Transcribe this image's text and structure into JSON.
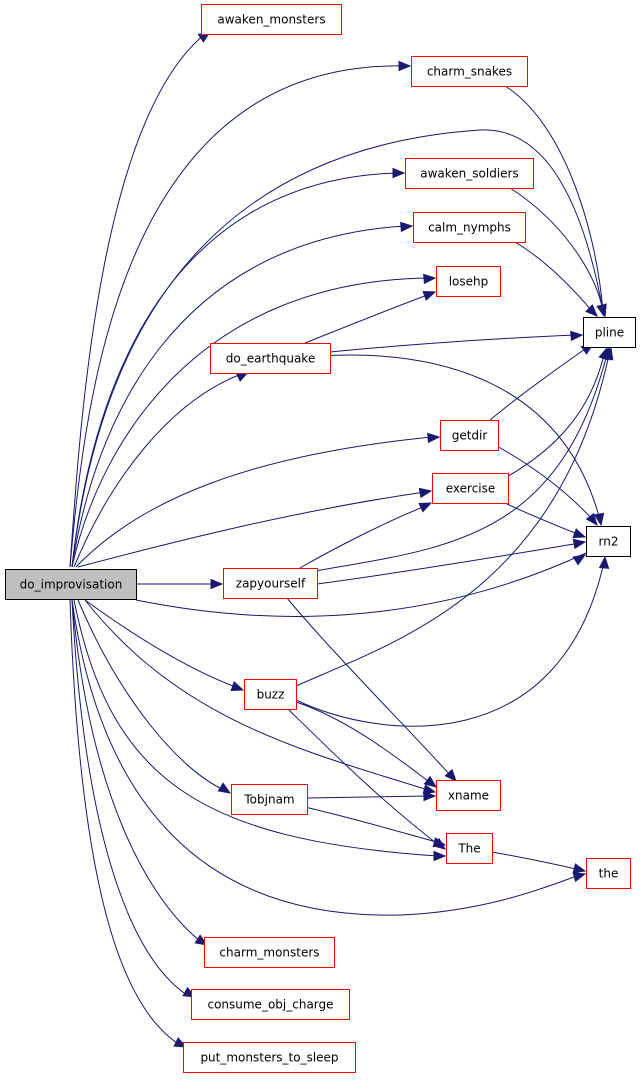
{
  "graph": {
    "colors": {
      "edge": "#191970",
      "node_border": "#ff0000",
      "root_border": "#000000",
      "root_fill": "#bfbfbf",
      "leaf_border": "#000000",
      "node_fill": "#ffffff"
    },
    "nodes": [
      {
        "id": "do_improvisation",
        "label": "do_improvisation",
        "kind": "root"
      },
      {
        "id": "awaken_monsters",
        "label": "awaken_monsters",
        "kind": "func"
      },
      {
        "id": "charm_snakes",
        "label": "charm_snakes",
        "kind": "func"
      },
      {
        "id": "awaken_soldiers",
        "label": "awaken_soldiers",
        "kind": "func"
      },
      {
        "id": "calm_nymphs",
        "label": "calm_nymphs",
        "kind": "func"
      },
      {
        "id": "losehp",
        "label": "losehp",
        "kind": "func"
      },
      {
        "id": "do_earthquake",
        "label": "do_earthquake",
        "kind": "func"
      },
      {
        "id": "pline",
        "label": "pline",
        "kind": "leaf"
      },
      {
        "id": "getdir",
        "label": "getdir",
        "kind": "func"
      },
      {
        "id": "exercise",
        "label": "exercise",
        "kind": "func"
      },
      {
        "id": "rn2",
        "label": "rn2",
        "kind": "leaf"
      },
      {
        "id": "zapyourself",
        "label": "zapyourself",
        "kind": "func"
      },
      {
        "id": "buzz",
        "label": "buzz",
        "kind": "func"
      },
      {
        "id": "Tobjnam",
        "label": "Tobjnam",
        "kind": "func"
      },
      {
        "id": "xname",
        "label": "xname",
        "kind": "func"
      },
      {
        "id": "The",
        "label": "The",
        "kind": "func"
      },
      {
        "id": "the",
        "label": "the",
        "kind": "func"
      },
      {
        "id": "charm_monsters",
        "label": "charm_monsters",
        "kind": "func"
      },
      {
        "id": "consume_obj_charge",
        "label": "consume_obj_charge",
        "kind": "func"
      },
      {
        "id": "put_monsters_to_sleep",
        "label": "put_monsters_to_sleep",
        "kind": "func"
      }
    ],
    "edges": [
      {
        "from": "do_improvisation",
        "to": "awaken_monsters"
      },
      {
        "from": "do_improvisation",
        "to": "charm_snakes"
      },
      {
        "from": "do_improvisation",
        "to": "pline"
      },
      {
        "from": "do_improvisation",
        "to": "awaken_soldiers"
      },
      {
        "from": "do_improvisation",
        "to": "calm_nymphs"
      },
      {
        "from": "do_improvisation",
        "to": "losehp"
      },
      {
        "from": "do_improvisation",
        "to": "do_earthquake"
      },
      {
        "from": "do_improvisation",
        "to": "getdir"
      },
      {
        "from": "do_improvisation",
        "to": "exercise"
      },
      {
        "from": "do_improvisation",
        "to": "zapyourself"
      },
      {
        "from": "do_improvisation",
        "to": "rn2"
      },
      {
        "from": "do_improvisation",
        "to": "buzz"
      },
      {
        "from": "do_improvisation",
        "to": "xname"
      },
      {
        "from": "do_improvisation",
        "to": "Tobjnam"
      },
      {
        "from": "do_improvisation",
        "to": "The"
      },
      {
        "from": "do_improvisation",
        "to": "the"
      },
      {
        "from": "do_improvisation",
        "to": "charm_monsters"
      },
      {
        "from": "do_improvisation",
        "to": "consume_obj_charge"
      },
      {
        "from": "do_improvisation",
        "to": "put_monsters_to_sleep"
      },
      {
        "from": "charm_snakes",
        "to": "pline"
      },
      {
        "from": "awaken_soldiers",
        "to": "pline"
      },
      {
        "from": "calm_nymphs",
        "to": "pline"
      },
      {
        "from": "do_earthquake",
        "to": "losehp"
      },
      {
        "from": "do_earthquake",
        "to": "pline"
      },
      {
        "from": "do_earthquake",
        "to": "rn2"
      },
      {
        "from": "getdir",
        "to": "pline"
      },
      {
        "from": "getdir",
        "to": "rn2"
      },
      {
        "from": "exercise",
        "to": "pline"
      },
      {
        "from": "exercise",
        "to": "rn2"
      },
      {
        "from": "zapyourself",
        "to": "exercise"
      },
      {
        "from": "zapyourself",
        "to": "pline"
      },
      {
        "from": "zapyourself",
        "to": "rn2"
      },
      {
        "from": "zapyourself",
        "to": "xname"
      },
      {
        "from": "buzz",
        "to": "pline"
      },
      {
        "from": "buzz",
        "to": "rn2"
      },
      {
        "from": "buzz",
        "to": "xname"
      },
      {
        "from": "buzz",
        "to": "The"
      },
      {
        "from": "Tobjnam",
        "to": "xname"
      },
      {
        "from": "Tobjnam",
        "to": "The"
      },
      {
        "from": "The",
        "to": "the"
      }
    ]
  }
}
